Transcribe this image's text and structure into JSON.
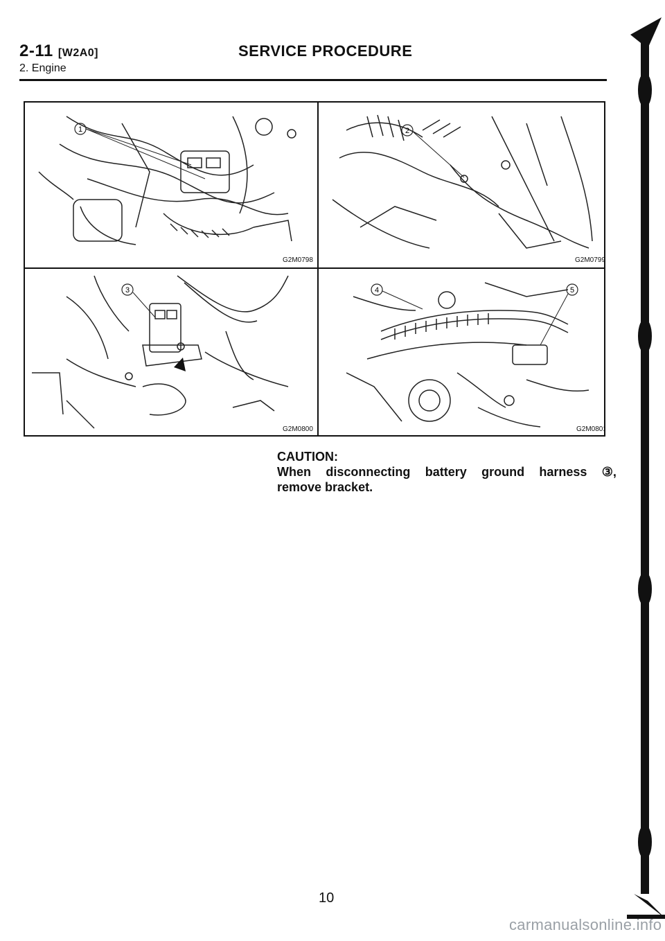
{
  "header": {
    "code": "2-11",
    "code_sub": "[W2A0]",
    "section": "2. Engine",
    "title": "SERVICE PROCEDURE"
  },
  "figures": [
    {
      "id": "G2M0798",
      "callout": "1"
    },
    {
      "id": "G2M0799",
      "callout": "2"
    },
    {
      "id": "G2M0800",
      "callout": "3"
    },
    {
      "id": "G2M0801",
      "callouts": [
        "4",
        "5"
      ]
    }
  ],
  "caution": {
    "heading": "CAUTION:",
    "line1_words": [
      "When",
      "disconnecting",
      "battery",
      "ground",
      "harness",
      "③,"
    ],
    "line2": "remove bracket."
  },
  "page_number": "10",
  "watermark": "carmanualsonline.info"
}
